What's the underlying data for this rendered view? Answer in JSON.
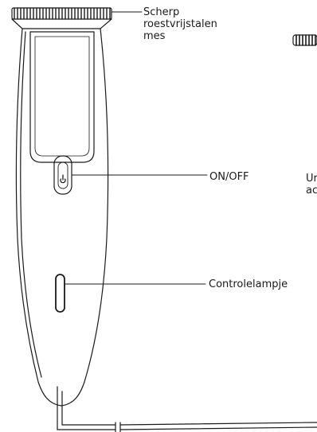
{
  "labels": {
    "blade_line1": "Scherp",
    "blade_line2": "roestvrijstalen",
    "blade_line3": "mes",
    "power_switch": "ON/OFF",
    "indicator_light": "Controlelampje",
    "cut_off_line1": "Ur",
    "cut_off_line2": "ac"
  },
  "colors": {
    "stroke": "#1a1a1a",
    "background": "#ffffff"
  }
}
